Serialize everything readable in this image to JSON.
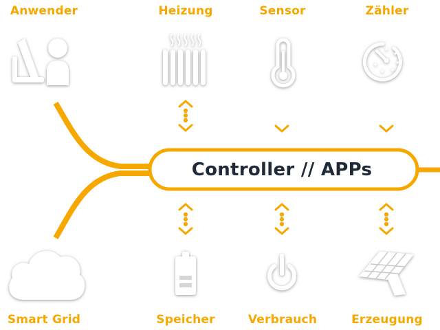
{
  "controller": {
    "label": "Controller // APPs"
  },
  "nodes": {
    "anwender": {
      "label": "Anwender",
      "icon": "user-at-computer-icon"
    },
    "heizung": {
      "label": "Heizung",
      "icon": "radiator-icon"
    },
    "sensor": {
      "label": "Sensor",
      "icon": "thermometer-icon"
    },
    "zaehler": {
      "label": "Zähler",
      "icon": "meter-icon"
    },
    "smartgrid": {
      "label": "Smart Grid",
      "icon": "cloud-icon"
    },
    "speicher": {
      "label": "Speicher",
      "icon": "battery-icon"
    },
    "verbrauch": {
      "label": "Verbrauch",
      "icon": "power-icon"
    },
    "erzeugung": {
      "label": "Erzeugung",
      "icon": "solar-panel-icon"
    }
  },
  "colors": {
    "accent": "#f7a800",
    "text": "#1e2a38",
    "icon": "#ffffff",
    "icon_shadow": "#9a9a9a"
  }
}
